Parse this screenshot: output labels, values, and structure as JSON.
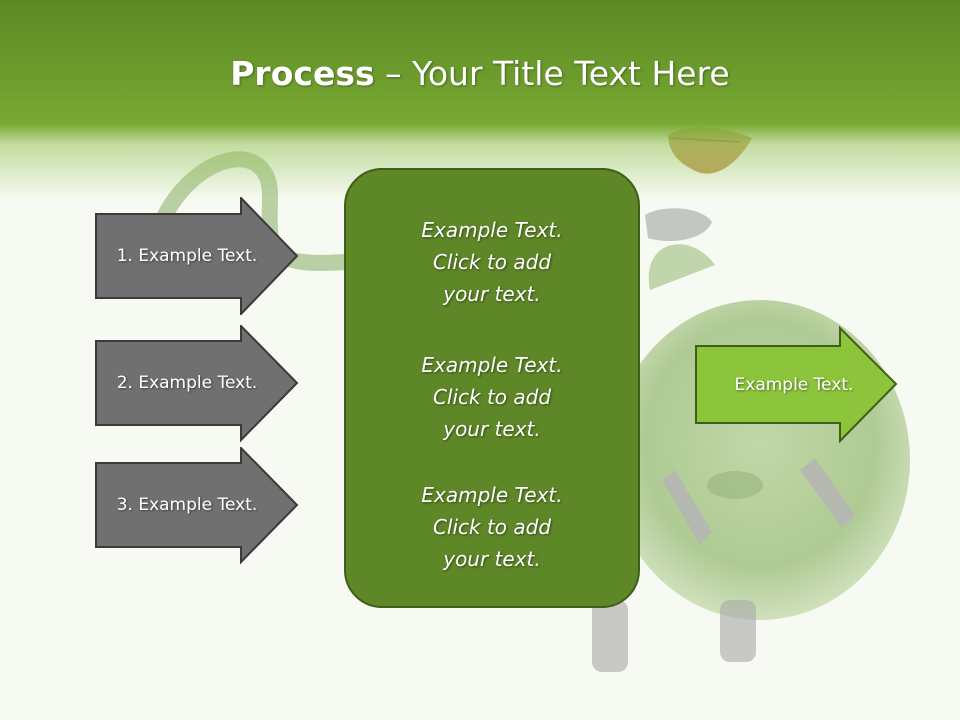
{
  "title": {
    "bold": "Process",
    "rest": " – Your Title Text Here"
  },
  "left_arrows": [
    {
      "label": "1. Example Text."
    },
    {
      "label": "2. Example Text."
    },
    {
      "label": "3. Example Text."
    }
  ],
  "center_box": {
    "items": [
      {
        "lines": [
          "Example Text.",
          "Click  to add",
          "your text."
        ]
      },
      {
        "lines": [
          "Example Text.",
          "Click  to add",
          "your text."
        ]
      },
      {
        "lines": [
          "Example Text.",
          "Click  to add",
          "your text."
        ]
      }
    ]
  },
  "right_arrow": {
    "label": "Example Text."
  },
  "colors": {
    "header_green": "#6b9a2c",
    "left_arrow_fill": "#707070",
    "center_box_fill": "#5e8727",
    "right_arrow_fill": "#8cc43c"
  },
  "background_image": "grass-piggy-bank-with-plug-icon"
}
